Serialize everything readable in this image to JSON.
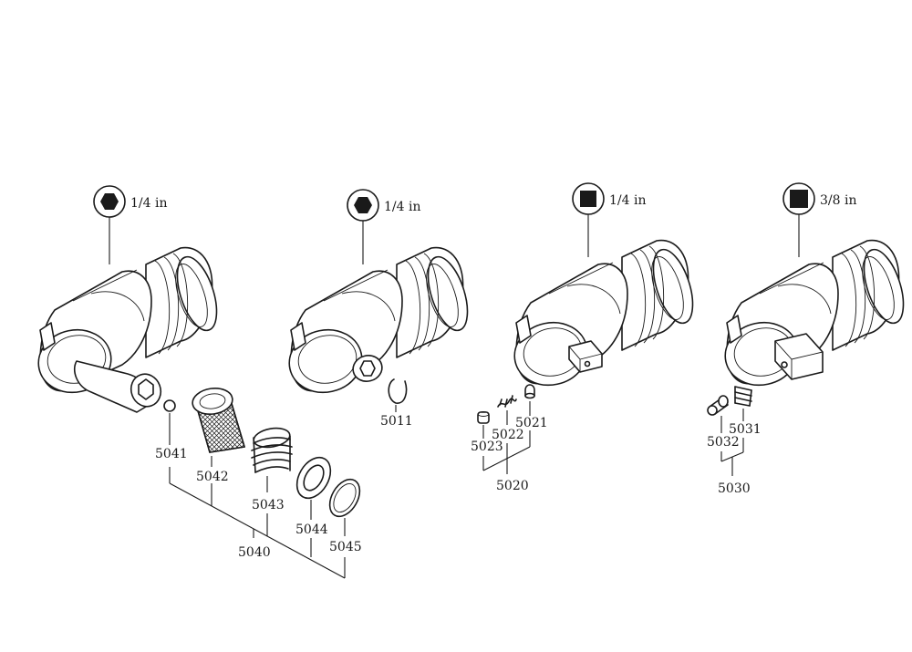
{
  "adapters": [
    {
      "drive_label": "1/4 in",
      "drive_icon": "hex-drive-icon"
    },
    {
      "drive_label": "1/4 in",
      "drive_icon": "hex-drive-icon"
    },
    {
      "drive_label": "1/4 in",
      "drive_icon": "square-drive-icon"
    },
    {
      "drive_label": "3/8 in",
      "drive_icon": "square-drive-icon"
    }
  ],
  "parts": {
    "p5041": "5041",
    "p5042": "5042",
    "p5043": "5043",
    "p5044": "5044",
    "p5045": "5045",
    "p5040": "5040",
    "p5011": "5011",
    "p5021": "5021",
    "p5022": "5022",
    "p5023": "5023",
    "p5020": "5020",
    "p5031": "5031",
    "p5032": "5032",
    "p5030": "5030"
  },
  "colors": {
    "line": "#1a1a1a",
    "background": "#ffffff"
  }
}
